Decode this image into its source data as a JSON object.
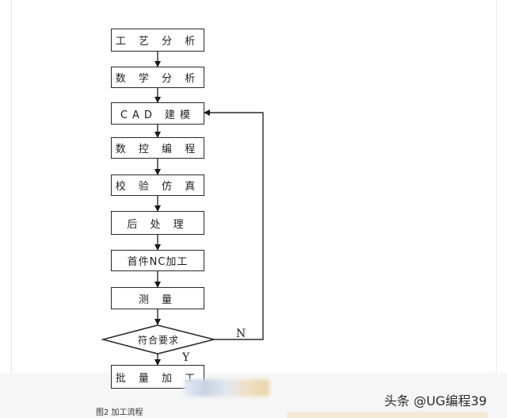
{
  "steps": [
    "工 艺 分 析",
    "数 学 分 析",
    "CAD 建模",
    "数 控 编 程",
    "校 验 仿 真",
    "后 处 理",
    "首件NC加工",
    "测 量",
    "批 量 加 工"
  ],
  "decision": {
    "label": "符合要求",
    "no_label": "N",
    "yes_label": "Y"
  },
  "caption": "图2 加工流程",
  "watermark": "头条 @UG编程39"
}
